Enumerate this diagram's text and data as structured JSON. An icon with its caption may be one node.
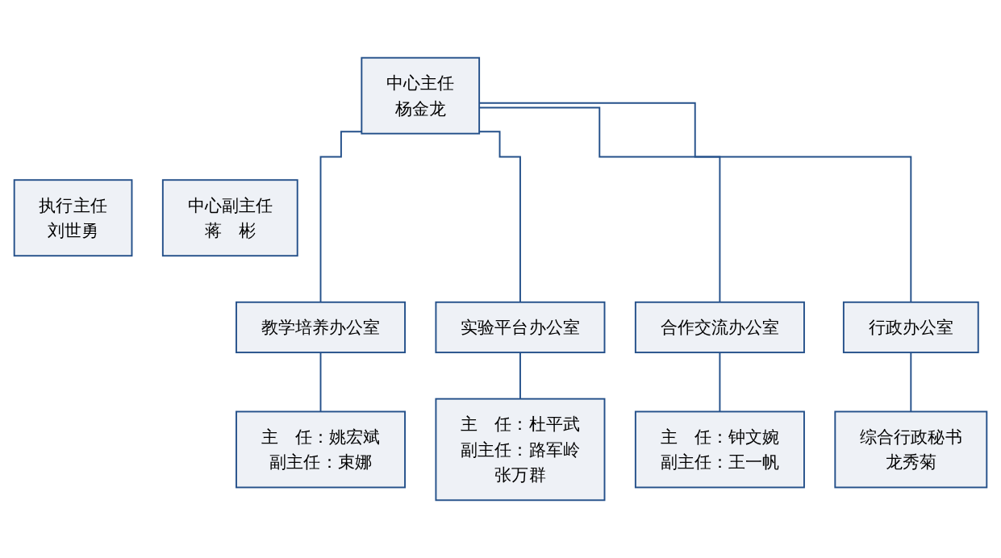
{
  "diagram": {
    "nodes": [
      {
        "text": [
          "中心主任",
          "杨金龙"
        ]
      },
      {
        "text": [
          "执行主任",
          "刘世勇"
        ]
      },
      {
        "text": [
          "中心副主任",
          "蒋　彬"
        ]
      },
      {
        "text": [
          "教学培养办公室"
        ]
      },
      {
        "text": [
          "实验平台办公室"
        ]
      },
      {
        "text": [
          "合作交流办公室"
        ]
      },
      {
        "text": [
          "行政办公室"
        ]
      },
      {
        "text": [
          "主　任：姚宏斌",
          "副主任：束娜"
        ]
      },
      {
        "text": [
          "主　任：杜平武",
          "副主任：路军岭",
          "张万群"
        ]
      },
      {
        "text": [
          "主　任：钟文婉",
          "副主任：王一帆"
        ]
      },
      {
        "text": [
          "综合行政秘书",
          "龙秀菊"
        ]
      }
    ],
    "edges": [
      {
        "from": 0,
        "to": 3,
        "arrow": "none"
      },
      {
        "from": 0,
        "to": 4,
        "arrow": "none"
      },
      {
        "from": 0,
        "to": 5,
        "arrow": "none"
      },
      {
        "from": 0,
        "to": 6,
        "arrow": "none"
      },
      {
        "from": 3,
        "to": 7,
        "arrow": "none"
      },
      {
        "from": 4,
        "to": 8,
        "arrow": "none"
      },
      {
        "from": 5,
        "to": 9,
        "arrow": "none"
      },
      {
        "from": 6,
        "to": 10,
        "arrow": "none"
      }
    ]
  }
}
